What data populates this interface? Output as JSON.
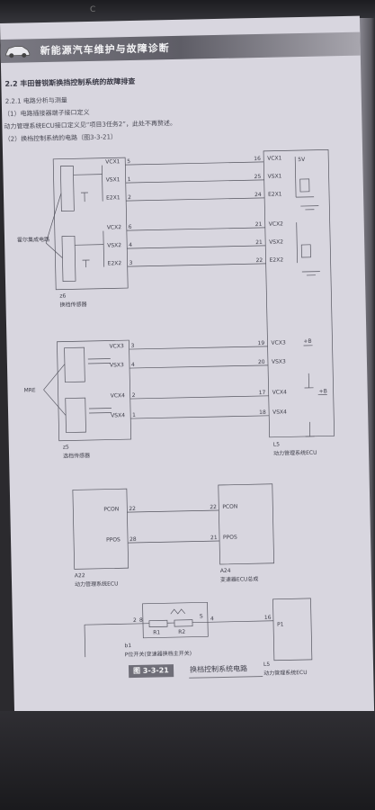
{
  "header": {
    "title": "新能源汽车维护与故障诊断",
    "top_mark": "C"
  },
  "section": {
    "title": "2.2  丰田普锐斯换挡控制系统的故障排查",
    "subsection": "2.2.1  电路分析与测量",
    "lines": [
      "（1）电路插接器端子接口定义",
      "动力管理系统ECU接口定义见“项目3任务2”，此处不再赘述。",
      "（2）换档控制系统的电路（图3-3-21）"
    ]
  },
  "diagram": {
    "top_group": {
      "label_left": "霍尔集成电路",
      "block_label_id": "z6",
      "block_label": "换档传感器",
      "pins_left": [
        {
          "name": "VCX1",
          "num": "5"
        },
        {
          "name": "VSX1",
          "num": "1"
        },
        {
          "name": "E2X1",
          "num": "2"
        },
        {
          "name": "VCX2",
          "num": "6"
        },
        {
          "name": "VSX2",
          "num": "4"
        },
        {
          "name": "E2X2",
          "num": "3"
        }
      ],
      "pins_right": [
        {
          "num": "16",
          "name": "VCX1"
        },
        {
          "num": "25",
          "name": "VSX1"
        },
        {
          "num": "24",
          "name": "E2X1"
        },
        {
          "num": "21",
          "name": "VCX2"
        },
        {
          "num": "21",
          "name": "VSX2"
        },
        {
          "num": "22",
          "name": "E2X2"
        }
      ],
      "supply_label": "5V"
    },
    "mid_group": {
      "label_left": "MRE",
      "block_label_id": "z5",
      "block_label": "选档传感器",
      "pins_left": [
        {
          "name": "VCX3",
          "num": "3"
        },
        {
          "name": "VSX3",
          "num": "4"
        },
        {
          "name": "VCX4",
          "num": "2"
        },
        {
          "name": "VSX4",
          "num": "1"
        }
      ],
      "pins_right": [
        {
          "num": "19",
          "name": "VCX3"
        },
        {
          "num": "20",
          "name": "VSX3"
        },
        {
          "num": "17",
          "name": "VCX4"
        },
        {
          "num": "18",
          "name": "VSX4"
        }
      ],
      "supply_label": "+B",
      "supply_label2": "+B"
    },
    "ecu_right": {
      "id": "L5",
      "name": "动力管理系统ECU"
    },
    "ecu_a": {
      "id": "A22",
      "name": "动力管理系统ECU",
      "pins": [
        {
          "name": "PCON",
          "num": "22"
        },
        {
          "name": "PPOS",
          "num": "28"
        }
      ]
    },
    "ecu_b": {
      "id": "A24",
      "name": "变速器ECU总成",
      "pins": [
        {
          "num": "22",
          "name": "PCON"
        },
        {
          "num": "21",
          "name": "PPOS"
        }
      ]
    },
    "p_switch": {
      "id": "b1",
      "name": "P位开关(变速器换档主开关)",
      "pin_left": "2",
      "pin_l2": "8",
      "pin_s": "S",
      "pin_r": "4",
      "r1": "R1",
      "r2": "R2"
    },
    "ecu_bottom": {
      "id": "L5",
      "name": "动力管理系统ECU",
      "pin_num": "16",
      "pin_name": "P1"
    }
  },
  "caption": {
    "label": "图 3-3-21",
    "text": "换档控制系统电路"
  }
}
